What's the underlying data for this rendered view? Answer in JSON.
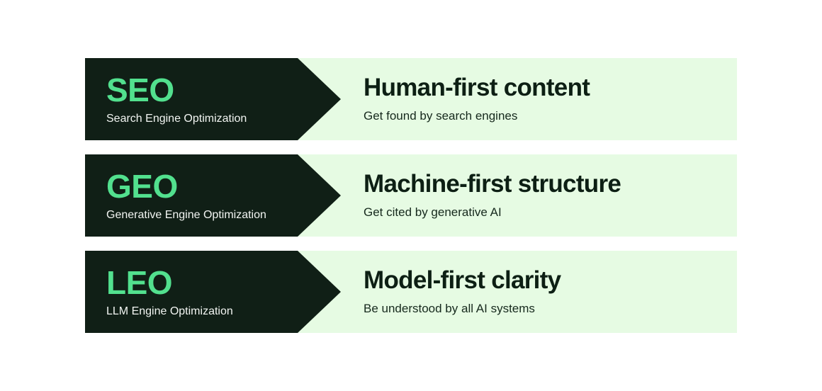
{
  "theme": {
    "page_background": "#ffffff",
    "panel_dark": "#101F16",
    "panel_light": "#E6FBE3",
    "accent_green": "#52E08E",
    "text_on_dark": "#F2F5F2",
    "text_on_light": "#0D1F14"
  },
  "rows": [
    {
      "acronym": "SEO",
      "expansion": "Search Engine Optimization",
      "headline": "Human-first content",
      "subtitle": "Get found by search engines"
    },
    {
      "acronym": "GEO",
      "expansion": "Generative Engine Optimization",
      "headline": "Machine-first structure",
      "subtitle": "Get cited by generative AI"
    },
    {
      "acronym": "LEO",
      "expansion": "LLM Engine Optimization",
      "headline": "Model-first clarity",
      "subtitle": "Be understood by all AI systems"
    }
  ]
}
